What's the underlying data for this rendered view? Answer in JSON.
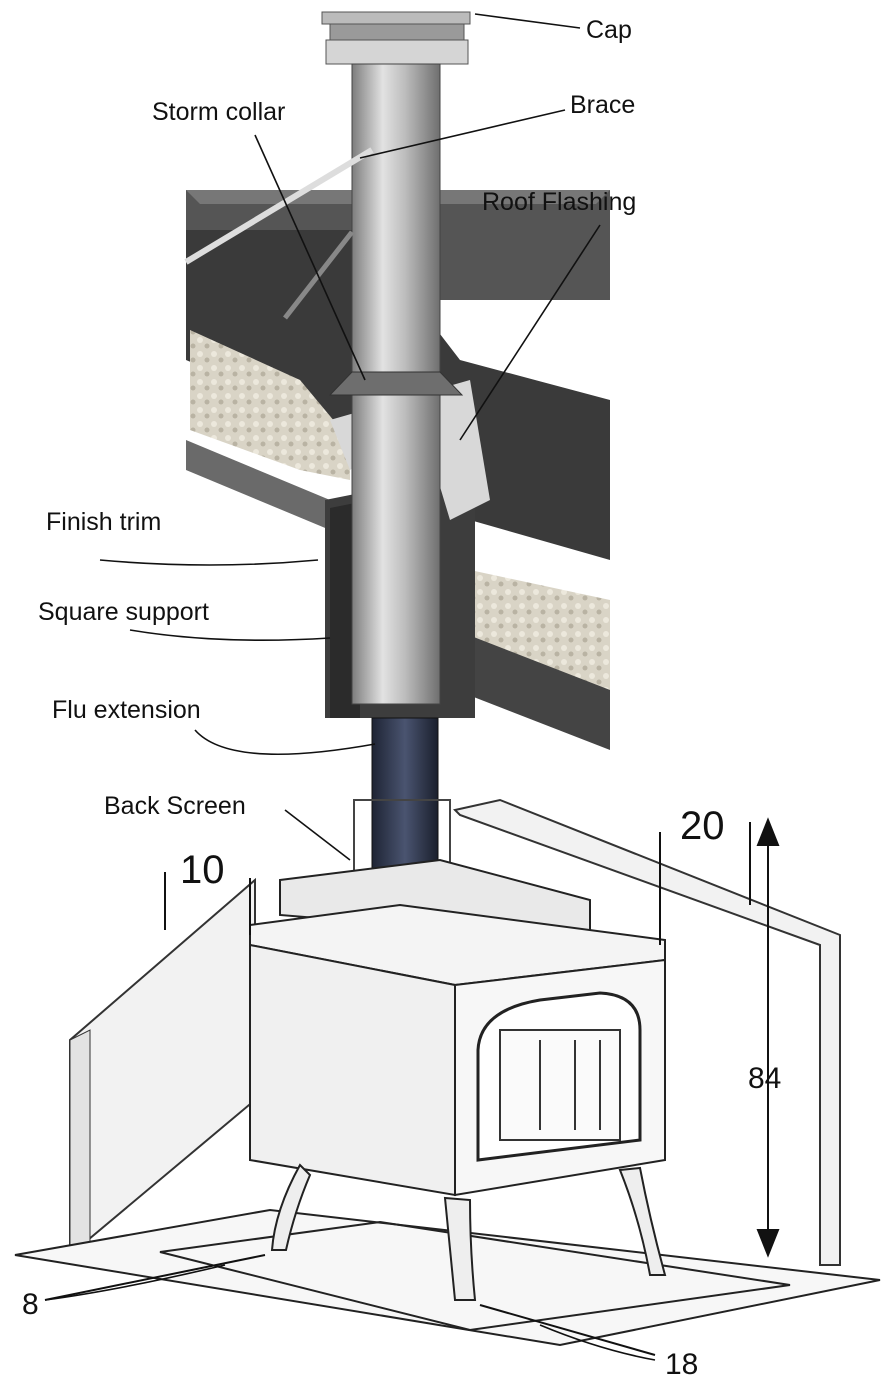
{
  "diagram": {
    "labels": {
      "cap": "Cap",
      "brace": "Brace",
      "storm_collar": "Storm collar",
      "roof_flashing": "Roof Flashing",
      "finish_trim": "Finish trim",
      "square_support": "Square support",
      "flu_extension": "Flu extension",
      "back_screen": "Back Screen"
    },
    "dimensions": {
      "side_clearance": "10",
      "rear_clearance": "20",
      "height": "84",
      "front_hearth_side": "8",
      "front_hearth": "18"
    }
  }
}
